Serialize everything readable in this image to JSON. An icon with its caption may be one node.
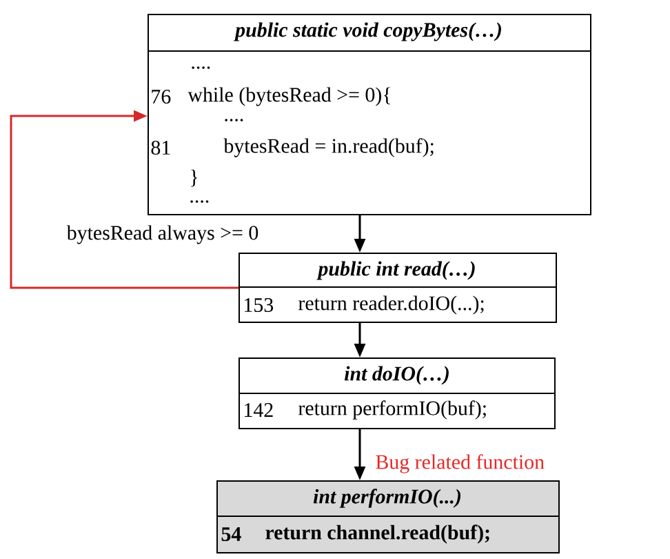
{
  "diagram": {
    "nodes": [
      {
        "text": [
          "public static void copyBytes(…)",
          "....",
          "76",
          "while (bytesRead >= 0){",
          "....",
          "81",
          "bytesRead = in.read(buf);",
          "}",
          "...."
        ]
      },
      {
        "text": [
          "public int read(…)",
          "153",
          "return reader.doIO(...);"
        ]
      },
      {
        "text": [
          "int doIO(…)",
          "142",
          "return performIO(buf);"
        ]
      },
      {
        "text": [
          "int performIO(...)",
          "54",
          "return channel.read(buf);"
        ],
        "beside": [
          "Bug related function"
        ]
      }
    ],
    "edges": [
      {
        "from": 0,
        "to": 1,
        "arrow": "to"
      },
      {
        "from": 1,
        "to": 2,
        "arrow": "to"
      },
      {
        "from": 2,
        "to": 3,
        "arrow": "to"
      },
      {
        "from": 1,
        "to": 0,
        "arrow": "to",
        "color": "#d42a2a",
        "label": "bytesRead always >= 0"
      }
    ]
  }
}
